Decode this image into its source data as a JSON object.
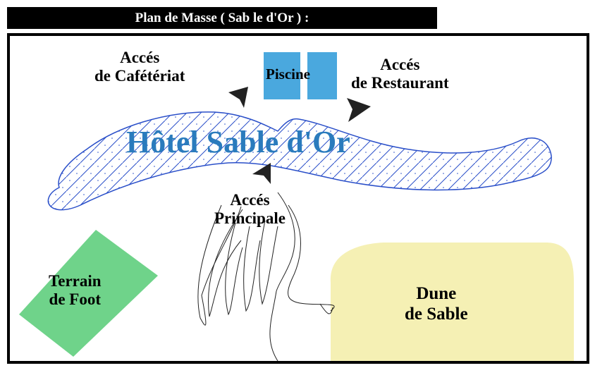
{
  "title": "Plan de Masse ( Sab le d'Or ) :",
  "hotel": {
    "name": "Hôtel Sable d'Or"
  },
  "labels": {
    "acces_cafeteriat_line1": "Accés",
    "acces_cafeteriat_line2": "de Cafétériat",
    "piscine": "Piscine",
    "acces_restaurant_line1": "Accés",
    "acces_restaurant_line2": "de Restaurant",
    "acces_principale_line1": "Accés",
    "acces_principale_line2": "Principale",
    "terrain_line1": "Terrain",
    "terrain_line2": "de Foot",
    "dune_line1": "Dune",
    "dune_line2": "de Sable"
  },
  "colors": {
    "hotel_outline": "#2a4fc9",
    "hotel_text": "#2a7bbd",
    "piscine": "#4aa8de",
    "terrain": "#6fd38a",
    "dune": "#f5f0b4",
    "arrow": "#222222"
  }
}
